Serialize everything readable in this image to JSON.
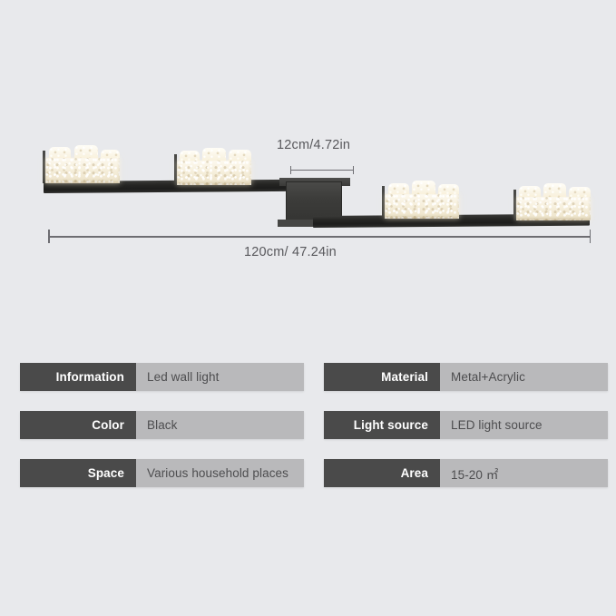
{
  "illustration": {
    "dimensions": {
      "depth_label": "12cm/4.72in",
      "width_label": "120cm/ 47.24in"
    },
    "parts": {
      "left_bar": "lamp-bar-left",
      "right_bar": "lamp-bar-right",
      "mount": "mount-box"
    }
  },
  "spec_table": {
    "left_column": [
      {
        "label": "Information",
        "value": "Led wall light"
      },
      {
        "label": "Color",
        "value": "Black"
      },
      {
        "label": "Space",
        "value": "Various household places"
      }
    ],
    "right_column": [
      {
        "label": "Material",
        "value": "Metal+Acrylic"
      },
      {
        "label": "Light source",
        "value": "LED light source"
      },
      {
        "label": "Area",
        "value": "15-20 ㎡"
      }
    ]
  },
  "colors": {
    "background": "#e8e9ec",
    "label_cell": "#4a4a4a",
    "value_cell": "#b9b9bb",
    "value_text": "#4d4d4f",
    "fixture_body": "#232322",
    "crystal": "#f6efdc",
    "dimension_line": "#6d6d72"
  }
}
